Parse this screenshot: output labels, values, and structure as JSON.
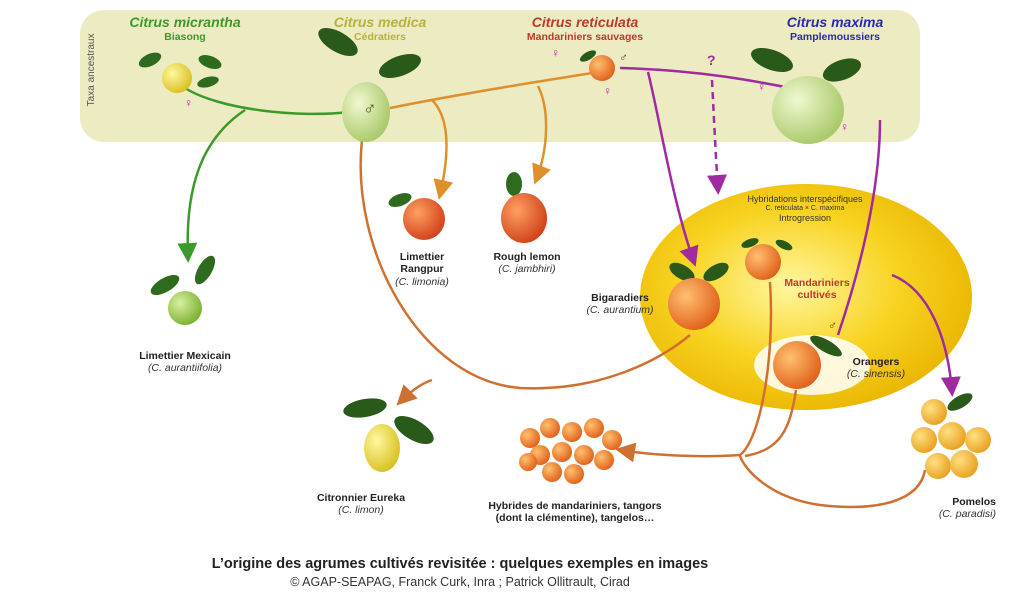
{
  "side_label": "Taxa ancestraux",
  "ancestors": {
    "micrantha": {
      "species": "Citrus micrantha",
      "common": "Biasong",
      "color": "#3a9a2a"
    },
    "medica": {
      "species": "Citrus medica",
      "common": "Cédratiers",
      "color": "#b7b23a"
    },
    "reticulata": {
      "species": "Citrus reticulata",
      "common": "Mandariniers sauvages",
      "color": "#c0392b"
    },
    "maxima": {
      "species": "Citrus maxima",
      "common": "Pamplemoussiers",
      "color": "#2a2aa8"
    }
  },
  "symbols": {
    "female": "♀",
    "male": "♂",
    "unknown": "?"
  },
  "hybrid_zone": {
    "title": "Hybridations interspécifiques",
    "cross": "C. reticulata × C. maxima",
    "introgression": "Introgression",
    "cultivated": "Mandariniers cultivés"
  },
  "cultivars": {
    "mexicain": {
      "name": "Limettier Mexicain",
      "sci": "(C. aurantiifolia)"
    },
    "rangpur": {
      "name_line1": "Limettier",
      "name_line2": "Rangpur",
      "sci": "(C. limonia)"
    },
    "rough": {
      "name": "Rough lemon",
      "sci": "(C. jambhiri)"
    },
    "bigaradiers": {
      "name": "Bigaradiers",
      "sci": "(C. aurantium)"
    },
    "orangers": {
      "name": "Orangers",
      "sci": "(C. sinensis)"
    },
    "eureka": {
      "name": "Citronnier Eureka",
      "sci": "(C. limon)"
    },
    "hybrides": {
      "name_line1": "Hybrides de mandariniers, tangors",
      "name_line2": "(dont la clémentine), tangelos…"
    },
    "pomelos": {
      "name": "Pomelos",
      "sci": "(C. paradisi)"
    }
  },
  "caption": {
    "title": "L’origine des agrumes cultivés revisitée : quelques exemples en images",
    "credit": "© AGAP-SEAPAG, Franck Curk, Inra ; Patrick Ollitrault, Cirad"
  },
  "colors": {
    "band": "#ecebc2",
    "ellipse": "#f5c800",
    "green_line": "#3a9a2a",
    "orange_line": "#e0902a",
    "brown_line": "#d07030",
    "purple_line": "#a02aa0",
    "female_symbol": "#c02aa8"
  }
}
